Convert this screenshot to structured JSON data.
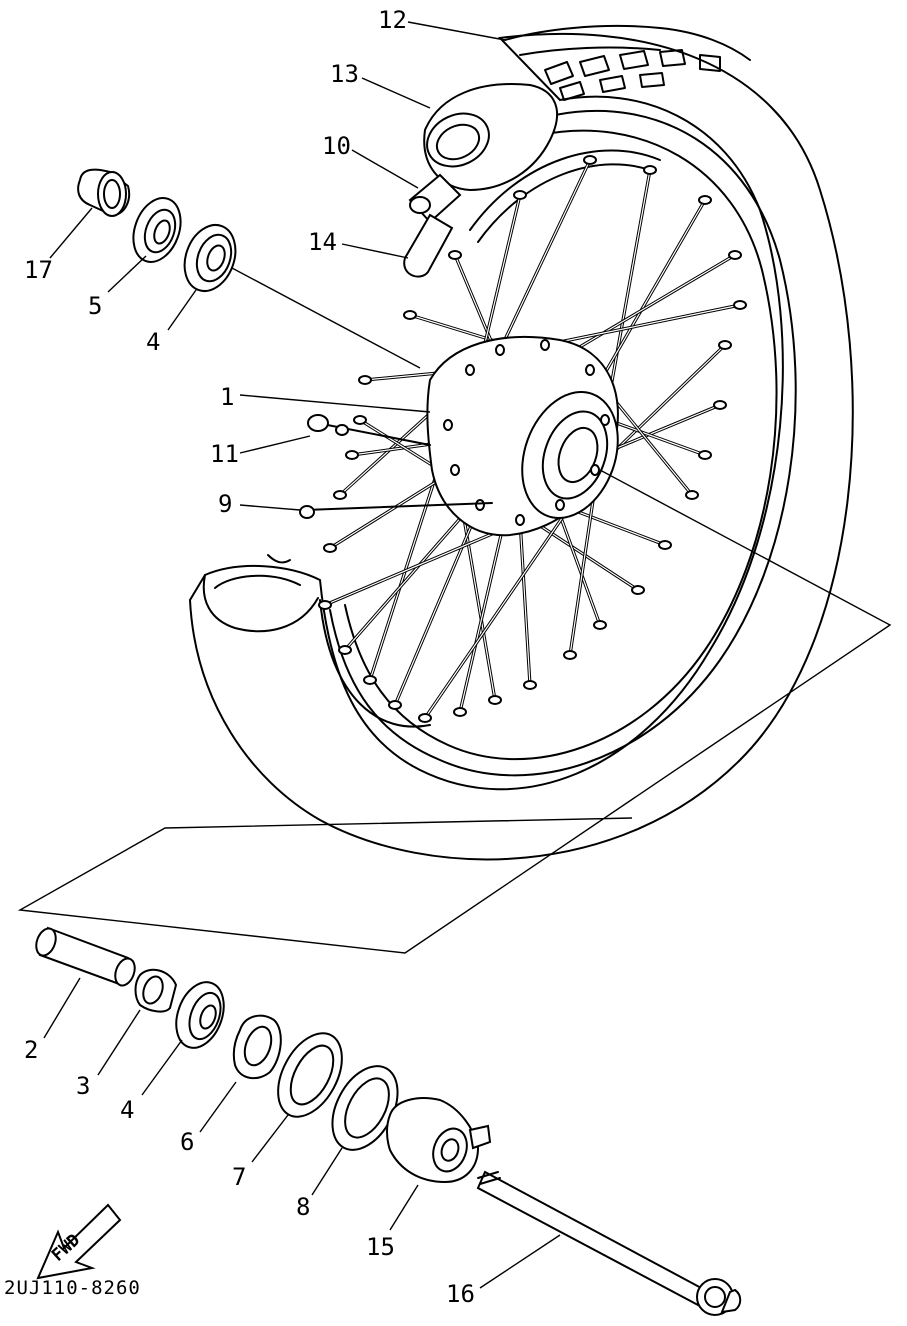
{
  "diagram_code": "2UJ110-8260",
  "fwd_label": "FWD",
  "callouts": [
    {
      "id": "c12",
      "text": "12"
    },
    {
      "id": "c13",
      "text": "13"
    },
    {
      "id": "c10",
      "text": "10"
    },
    {
      "id": "c14",
      "text": "14"
    },
    {
      "id": "c17",
      "text": "17"
    },
    {
      "id": "c5a",
      "text": "5"
    },
    {
      "id": "c4a",
      "text": "4"
    },
    {
      "id": "c1",
      "text": "1"
    },
    {
      "id": "c11",
      "text": "11"
    },
    {
      "id": "c9",
      "text": "9"
    },
    {
      "id": "c2",
      "text": "2"
    },
    {
      "id": "c3",
      "text": "3"
    },
    {
      "id": "c4b",
      "text": "4"
    },
    {
      "id": "c6",
      "text": "6"
    },
    {
      "id": "c7",
      "text": "7"
    },
    {
      "id": "c8",
      "text": "8"
    },
    {
      "id": "c15",
      "text": "15"
    },
    {
      "id": "c16",
      "text": "16"
    }
  ]
}
